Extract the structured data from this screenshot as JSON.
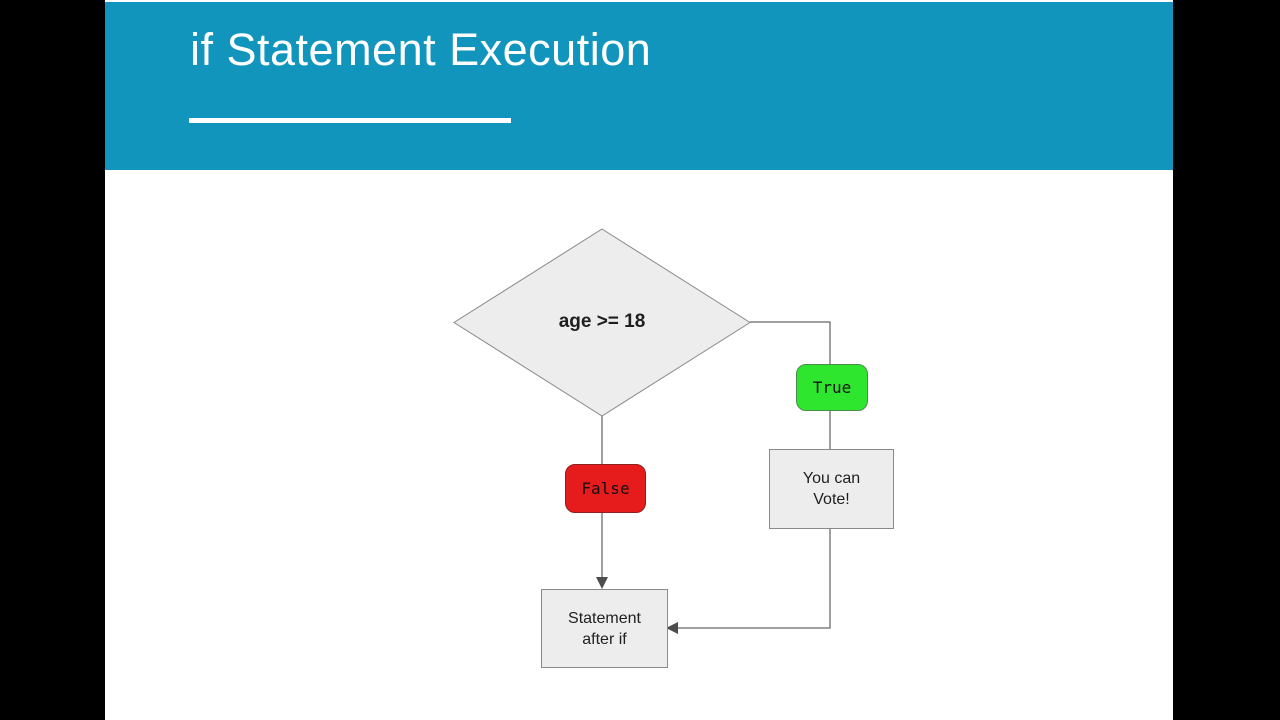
{
  "slide": {
    "title": "if Statement Execution",
    "header_color": "#1295bd",
    "underline_color": "#ffffff",
    "background_color": "#ffffff",
    "letterbox_color": "#000000"
  },
  "flowchart": {
    "condition_label": "age >= 18",
    "true_label": "True",
    "false_label": "False",
    "vote_line1": "You can",
    "vote_line2": "Vote!",
    "statement_line1": "Statement",
    "statement_line2": "after if",
    "style": {
      "node_fill": "#ededed",
      "node_border": "#8a8a8a",
      "connector_color": "#808080",
      "arrowhead_color": "#4d4d4d",
      "true_color": "#2ee62e",
      "false_color": "#e61c1c",
      "text_color": "#1f1f1f"
    }
  }
}
